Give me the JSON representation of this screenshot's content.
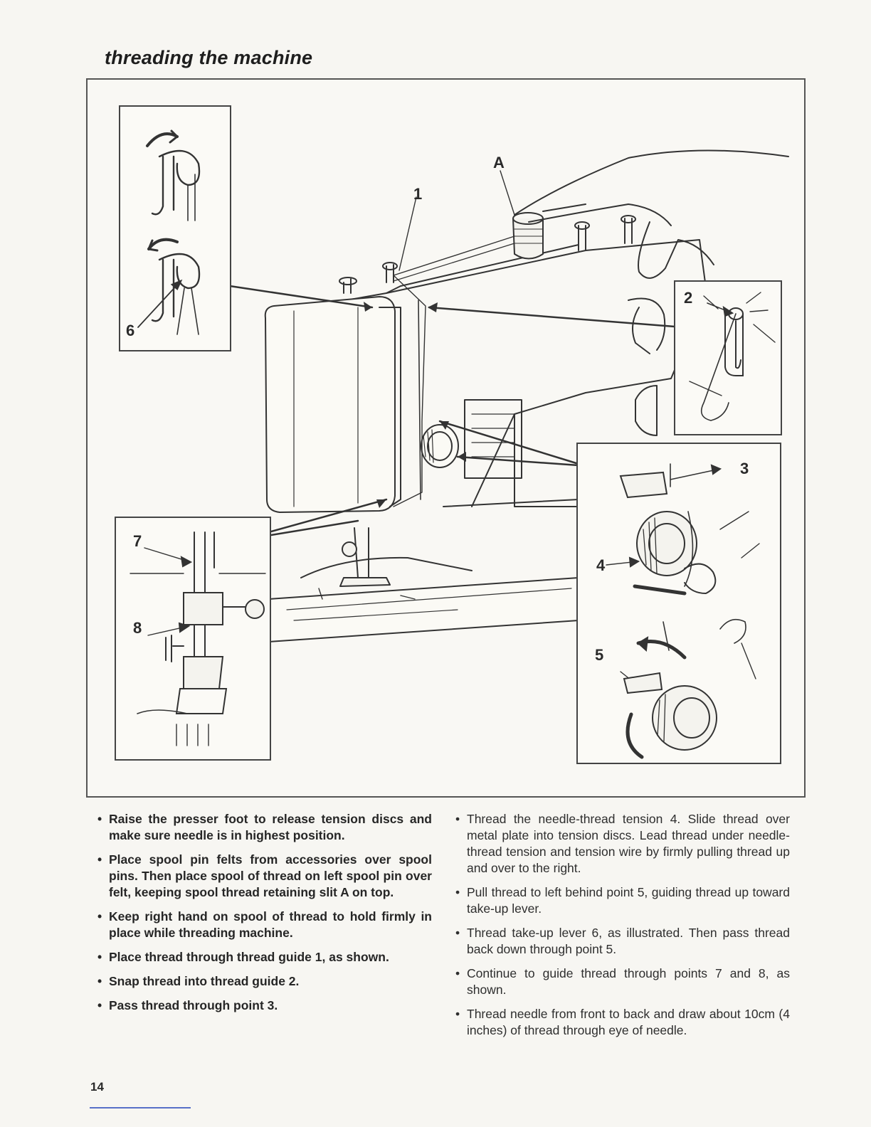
{
  "page": {
    "title": "threading the machine",
    "page_number": "14"
  },
  "figure": {
    "labels": {
      "A": "A",
      "n1": "1",
      "n2": "2",
      "n3": "3",
      "n4": "4",
      "n5": "5",
      "n6": "6",
      "n7": "7",
      "n8": "8"
    }
  },
  "instructions": {
    "left": [
      "Raise the presser foot to release tension discs and make sure needle is in highest position.",
      "Place spool pin felts from accessories over spool pins. Then place spool of thread on left spool pin over felt, keeping spool thread retaining slit A on top.",
      "Keep right hand on spool of thread to hold firmly in place while threading machine.",
      "Place thread through thread guide 1, as shown.",
      "Snap thread into thread guide 2.",
      "Pass thread through point 3."
    ],
    "right": [
      "Thread the needle-thread tension 4. Slide thread over metal plate into tension discs. Lead thread under needle-thread tension and tension wire by firmly pulling thread up and over to the right.",
      "Pull thread to left behind point 5, guiding thread up toward take-up lever.",
      "Thread take-up lever 6, as illustrated. Then pass thread back down through point 5.",
      "Continue to guide thread through points 7 and 8, as shown.",
      "Thread needle from front to back and draw about 10cm (4 inches) of thread through eye of needle."
    ]
  }
}
